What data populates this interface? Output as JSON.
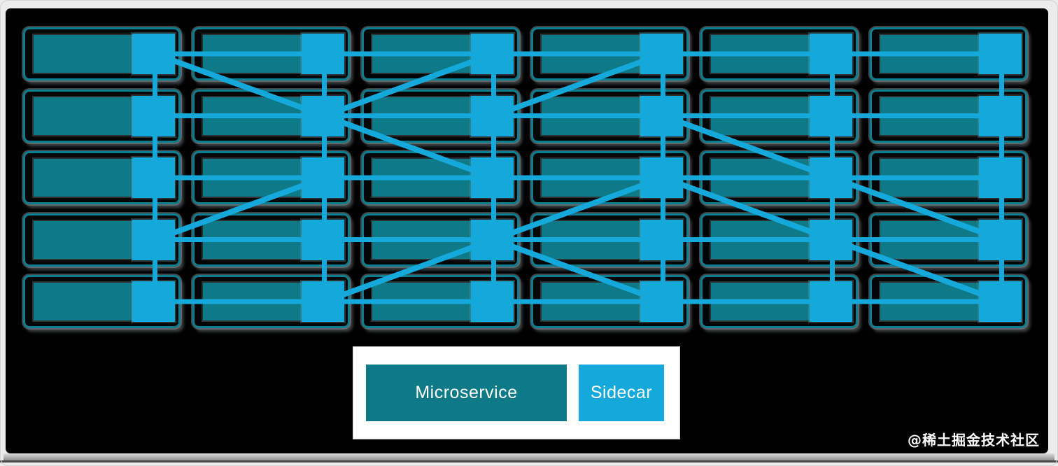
{
  "window": {
    "watermark": "@稀土掘金技术社区"
  },
  "legend": {
    "items": [
      {
        "label": "Microservice",
        "color": "#0e7a87"
      },
      {
        "label": "Sidecar",
        "color": "#14a9da"
      }
    ]
  },
  "diagram": {
    "type": "service-mesh-grid",
    "grid": {
      "rows": 5,
      "cols": 6
    },
    "colors": {
      "background": "#010101",
      "cell_border": "#0c7e92",
      "microservice": "#0e7a87",
      "sidecar": "#14a9da",
      "link": "#14a9da"
    },
    "links": {
      "vertical": [
        [
          0,
          0,
          1,
          0
        ],
        [
          1,
          0,
          2,
          0
        ],
        [
          2,
          0,
          3,
          0
        ],
        [
          3,
          0,
          4,
          0
        ],
        [
          0,
          1,
          1,
          1
        ],
        [
          1,
          1,
          2,
          1
        ],
        [
          2,
          1,
          3,
          1
        ],
        [
          3,
          1,
          4,
          1
        ],
        [
          0,
          2,
          1,
          2
        ],
        [
          1,
          2,
          2,
          2
        ],
        [
          2,
          2,
          3,
          2
        ],
        [
          3,
          2,
          4,
          2
        ],
        [
          0,
          3,
          1,
          3
        ],
        [
          1,
          3,
          2,
          3
        ],
        [
          2,
          3,
          3,
          3
        ],
        [
          3,
          3,
          4,
          3
        ],
        [
          0,
          4,
          1,
          4
        ],
        [
          1,
          4,
          2,
          4
        ],
        [
          2,
          4,
          3,
          4
        ],
        [
          3,
          4,
          4,
          4
        ],
        [
          0,
          5,
          1,
          5
        ],
        [
          1,
          5,
          2,
          5
        ],
        [
          2,
          5,
          3,
          5
        ],
        [
          3,
          5,
          4,
          5
        ]
      ],
      "horizontal": [
        [
          0,
          0,
          0,
          1
        ],
        [
          0,
          1,
          0,
          2
        ],
        [
          0,
          2,
          0,
          3
        ],
        [
          0,
          3,
          0,
          4
        ],
        [
          0,
          4,
          0,
          5
        ],
        [
          1,
          0,
          1,
          1
        ],
        [
          1,
          1,
          1,
          2
        ],
        [
          1,
          2,
          1,
          3
        ],
        [
          1,
          3,
          1,
          4
        ],
        [
          1,
          4,
          1,
          5
        ],
        [
          2,
          0,
          2,
          1
        ],
        [
          2,
          1,
          2,
          2
        ],
        [
          2,
          2,
          2,
          3
        ],
        [
          2,
          3,
          2,
          4
        ],
        [
          2,
          4,
          2,
          5
        ],
        [
          3,
          0,
          3,
          1
        ],
        [
          3,
          1,
          3,
          2
        ],
        [
          3,
          2,
          3,
          3
        ],
        [
          3,
          3,
          3,
          4
        ],
        [
          3,
          4,
          3,
          5
        ],
        [
          4,
          0,
          4,
          1
        ],
        [
          4,
          1,
          4,
          2
        ],
        [
          4,
          2,
          4,
          3
        ],
        [
          4,
          3,
          4,
          4
        ],
        [
          4,
          4,
          4,
          5
        ]
      ],
      "diagonal": [
        [
          0,
          0,
          1,
          1
        ],
        [
          1,
          1,
          0,
          2
        ],
        [
          1,
          1,
          2,
          2
        ],
        [
          0,
          3,
          1,
          2
        ],
        [
          1,
          3,
          2,
          4
        ],
        [
          3,
          0,
          2,
          1
        ],
        [
          4,
          1,
          3,
          2
        ],
        [
          2,
          3,
          3,
          2
        ],
        [
          3,
          2,
          4,
          3
        ],
        [
          2,
          3,
          3,
          4
        ],
        [
          2,
          4,
          3,
          5
        ],
        [
          3,
          4,
          4,
          5
        ]
      ]
    }
  }
}
